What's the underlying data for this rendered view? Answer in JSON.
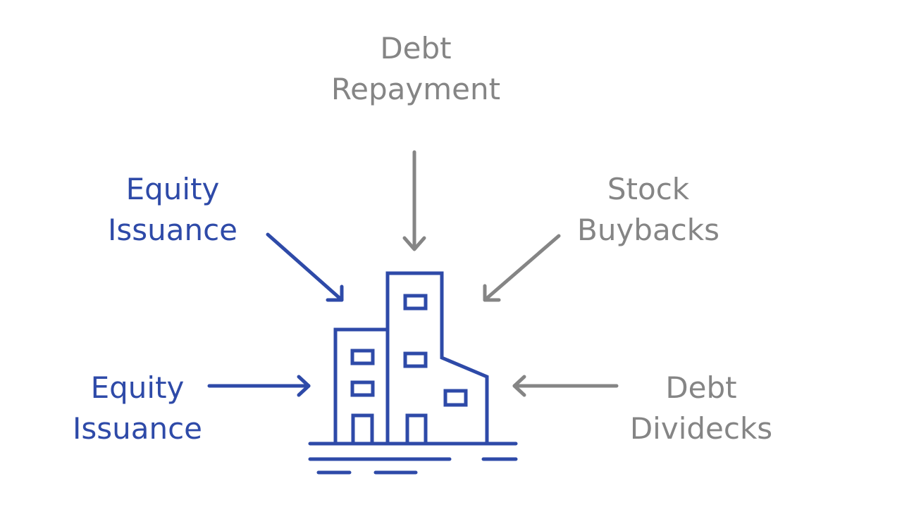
{
  "labels": {
    "debt_repayment": {
      "line1": "Debt",
      "line2": "Repayment"
    },
    "equity_issuance_top": {
      "line1": "Equity",
      "line2": "Issuance"
    },
    "stock_buybacks": {
      "line1": "Stock",
      "line2": "Buybacks"
    },
    "equity_issuance_bottom": {
      "line1": "Equity",
      "line2": "Issuance"
    },
    "debt_dividecks": {
      "line1": "Debt",
      "line2": "Dividecks"
    }
  },
  "colors": {
    "inflow": "#2e4aa8",
    "outflow": "#858585",
    "background": "#ffffff"
  },
  "icons": {
    "center": "office-building-icon",
    "arrows": [
      "arrow-down-icon",
      "arrow-diagonal-in-icon",
      "arrow-right-icon",
      "arrow-left-icon"
    ]
  }
}
